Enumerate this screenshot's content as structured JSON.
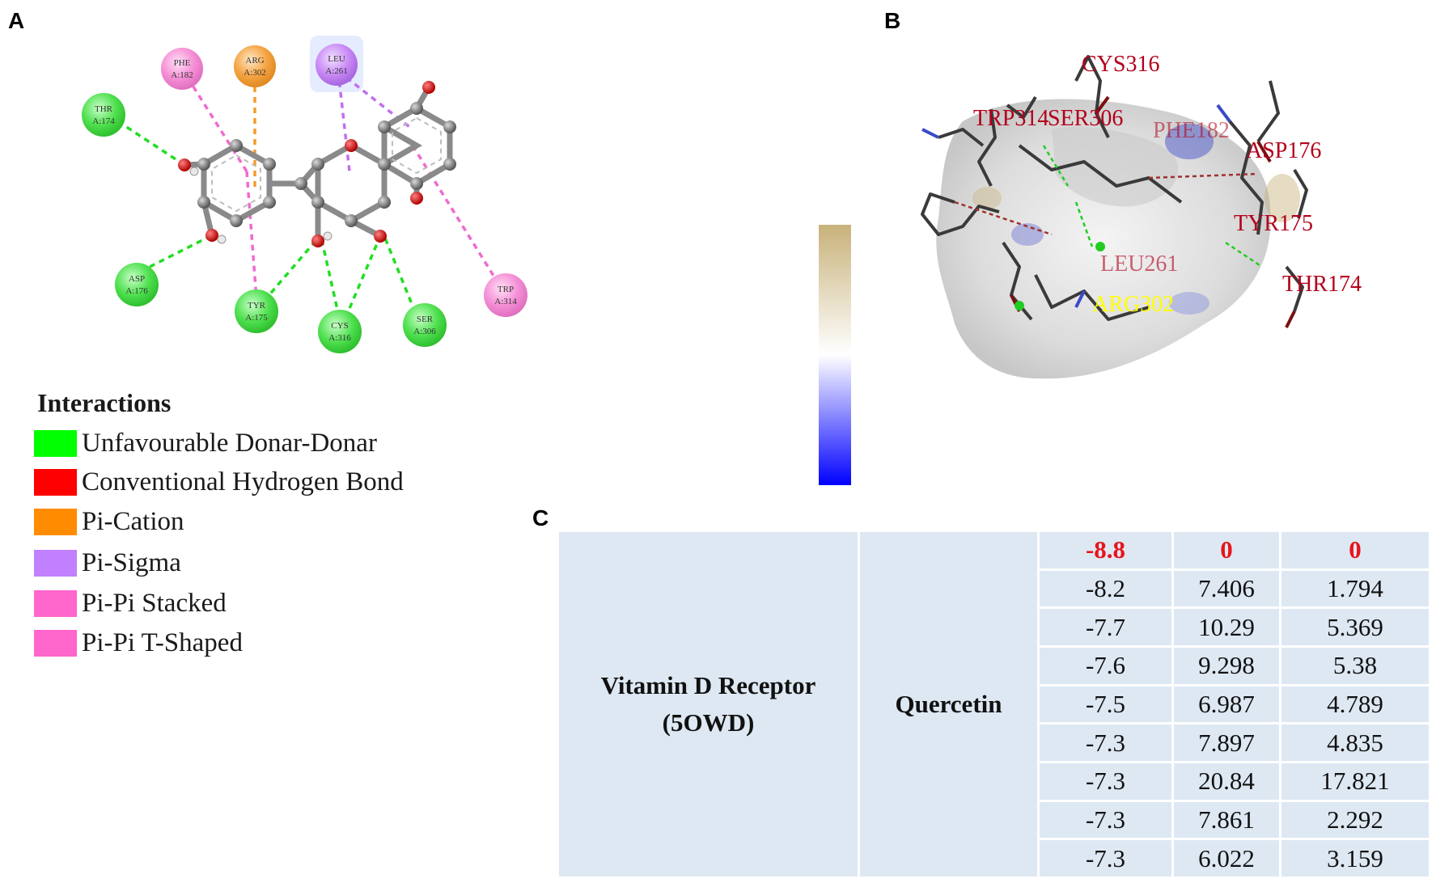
{
  "panels": {
    "a": "A",
    "b": "B",
    "c": "C"
  },
  "panel_a": {
    "residues": [
      {
        "name": "PHE",
        "num": "A:182",
        "color": "#f58fd6"
      },
      {
        "name": "ARG",
        "num": "A:302",
        "color": "#f5a442"
      },
      {
        "name": "LEU",
        "num": "A:261",
        "color": "#c98af5"
      },
      {
        "name": "THR",
        "num": "A:174",
        "color": "#4fe04f"
      },
      {
        "name": "ASP",
        "num": "A:176",
        "color": "#4fe04f"
      },
      {
        "name": "TYR",
        "num": "A:175",
        "color": "#4fe04f"
      },
      {
        "name": "CYS",
        "num": "A:316",
        "color": "#4fe04f"
      },
      {
        "name": "SER",
        "num": "A:306",
        "color": "#4fe04f"
      },
      {
        "name": "TRP",
        "num": "A:314",
        "color": "#f58fd6"
      }
    ],
    "legend": {
      "title": "Interactions",
      "items": [
        {
          "label": "Unfavourable Donar-Donar",
          "color": "#00ff00"
        },
        {
          "label": "Conventional Hydrogen Bond",
          "color": "#ff0000"
        },
        {
          "label": "Pi-Cation",
          "color": "#ff8c00"
        },
        {
          "label": "Pi-Sigma",
          "color": "#c080ff"
        },
        {
          "label": "Pi-Pi Stacked",
          "color": "#ff66cc"
        },
        {
          "label": "Pi-Pi T-Shaped",
          "color": "#ff66cc"
        }
      ]
    }
  },
  "panel_b": {
    "labels": [
      {
        "text": "CYS316",
        "color": "#b3001b"
      },
      {
        "text": "TRP314",
        "color": "#b3001b"
      },
      {
        "text": "SER306",
        "color": "#b3001b"
      },
      {
        "text": "PHE182",
        "color": "#b3001b"
      },
      {
        "text": "ASP176",
        "color": "#b3001b"
      },
      {
        "text": "TYR175",
        "color": "#b3001b"
      },
      {
        "text": "LEU261",
        "color": "#b3001b"
      },
      {
        "text": "THR174",
        "color": "#b3001b"
      },
      {
        "text": "ARG302",
        "color": "#ffff00"
      }
    ],
    "colorbar": {
      "top_color": "#c8b27a",
      "mid_color": "#ffffff",
      "bottom_color": "#0000ff"
    }
  },
  "panel_c": {
    "receptor_line1": "Vitamin D Receptor",
    "receptor_line2": "(5OWD)",
    "ligand": "Quercetin",
    "rows": [
      [
        "-8.8",
        "0",
        "0"
      ],
      [
        "-8.2",
        "7.406",
        "1.794"
      ],
      [
        "-7.7",
        "10.29",
        "5.369"
      ],
      [
        "-7.6",
        "9.298",
        "5.38"
      ],
      [
        "-7.5",
        "6.987",
        "4.789"
      ],
      [
        "-7.3",
        "7.897",
        "4.835"
      ],
      [
        "-7.3",
        "20.84",
        "17.821"
      ],
      [
        "-7.3",
        "7.861",
        "2.292"
      ],
      [
        "-7.3",
        "6.022",
        "3.159"
      ]
    ],
    "highlight_color": "#e8141a"
  }
}
